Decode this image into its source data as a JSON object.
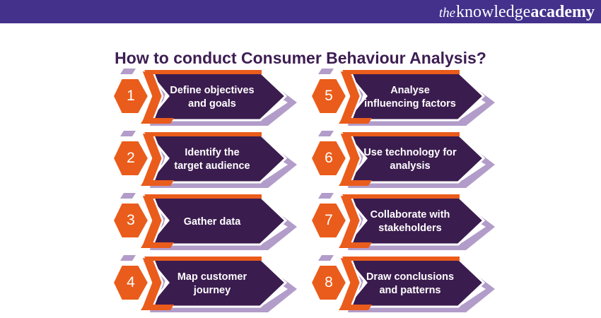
{
  "banner": {
    "brand_the": "the",
    "brand_knowledge": "knowledge",
    "brand_academy": "academy"
  },
  "title": "How to conduct Consumer Behaviour Analysis?",
  "steps": [
    {
      "number": "1",
      "line1": "Define objectives",
      "line2": "and goals"
    },
    {
      "number": "2",
      "line1": "Identify the",
      "line2": "target audience"
    },
    {
      "number": "3",
      "line1": "Gather data",
      "line2": ""
    },
    {
      "number": "4",
      "line1": "Map customer",
      "line2": "journey"
    },
    {
      "number": "5",
      "line1": "Analyse",
      "line2": "influencing factors"
    },
    {
      "number": "6",
      "line1": "Use technology for",
      "line2": "analysis"
    },
    {
      "number": "7",
      "line1": "Collaborate with",
      "line2": "stakeholders"
    },
    {
      "number": "8",
      "line1": "Draw conclusions",
      "line2": "and patterns"
    }
  ],
  "colors": {
    "banner_purple": "#43318C",
    "title_purple": "#3D1D52",
    "arrow_purple": "#3B1C4F",
    "orange": "#EA5C1B",
    "lavender": "#B29CC9",
    "text_white": "#FFFFFF"
  }
}
